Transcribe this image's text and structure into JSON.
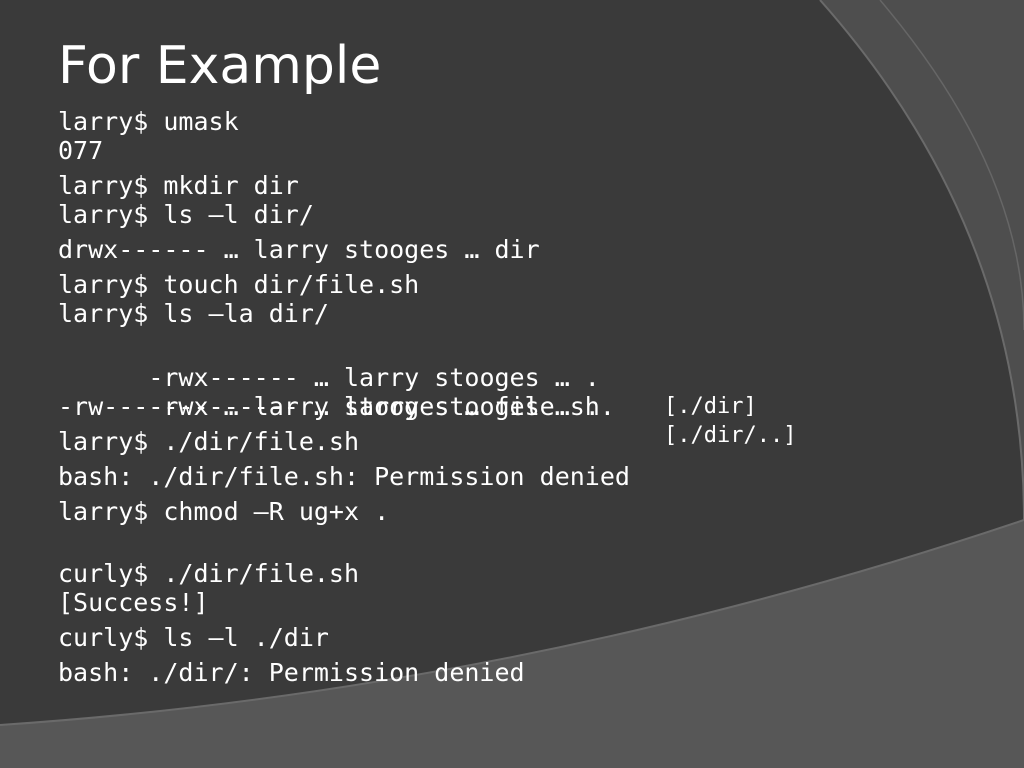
{
  "slide": {
    "title": "For Example",
    "lines": [
      "larry$ umask",
      "077",
      "larry$ mkdir dir",
      "larry$ ls –l dir/",
      "drwx------ … larry stooges … dir",
      "larry$ touch dir/file.sh",
      "larry$ ls –la dir/",
      "-rwx------ … larry stooges … .",
      "-rwx------ … larry stooges … ..",
      "-rw------- … larry stooges … file.sh",
      "larry$ ./dir/file.sh",
      "bash: ./dir/file.sh: Permission denied",
      "larry$ chmod –R ug+x .",
      "curly$ ./dir/file.sh",
      "[Success!]",
      "curly$ ls –l ./dir",
      "bash: ./dir/: Permission denied"
    ],
    "comments": {
      "dot": "[./dir]",
      "dotdot": "[./dir/..]"
    }
  },
  "colors": {
    "background": "#3a3a3a",
    "arc_panel": "#5a5a5a",
    "text": "#ffffff"
  }
}
